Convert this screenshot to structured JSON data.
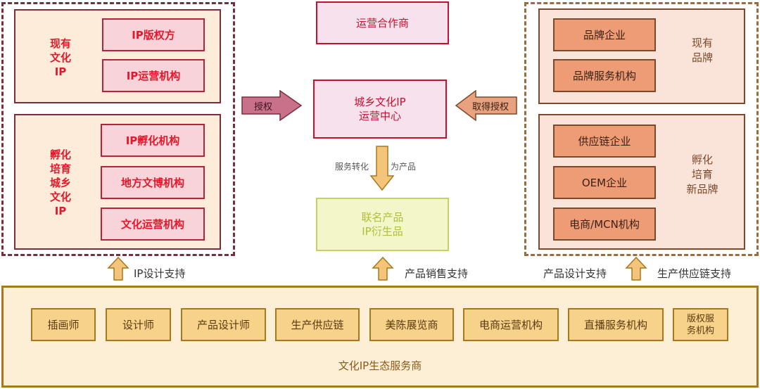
{
  "left_group": {
    "top_title": [
      "现有",
      "文化",
      "IP"
    ],
    "top_items": [
      "IP版权方",
      "IP运营机构"
    ],
    "bottom_title": [
      "孵化",
      "培育",
      "城乡",
      "文化",
      "IP"
    ],
    "bottom_items": [
      "IP孵化机构",
      "地方文博机构",
      "文化运营机构"
    ]
  },
  "center": {
    "partner": "运营合作商",
    "hub_line1": "城乡文化IP",
    "hub_line2": "运营中心",
    "service_left": "服务转化",
    "service_right": "为产品",
    "product_line1": "联名产品",
    "product_line2": "IP衍生品"
  },
  "arrows": {
    "authorize": "授权",
    "obtain_authorize": "取得授权",
    "ip_design_support": "IP设计支持",
    "product_sales_support": "产品销售支持",
    "product_design_support": "产品设计支持",
    "supply_chain_support": "生产供应链支持"
  },
  "right_group": {
    "top_title": [
      "现有",
      "品牌"
    ],
    "top_items": [
      "品牌企业",
      "品牌服务机构"
    ],
    "bottom_title": [
      "孵化",
      "培育",
      "新品牌"
    ],
    "bottom_items": [
      "供应链企业",
      "OEM企业",
      "电商/MCN机构"
    ]
  },
  "bottom": {
    "items": [
      "插画师",
      "设计师",
      "产品设计师",
      "生产供应链",
      "美陈展览商",
      "电商运营机构",
      "直播服务机构",
      "版权服务机构"
    ],
    "last_item_lines": [
      "版权服",
      "务机构"
    ],
    "title": "文化IP生态服务商"
  },
  "colors": {
    "red_accent": "#e6172b",
    "dark_red": "#7a2e3d",
    "brown": "#7c4a2b",
    "gold": "#a8781d",
    "arrow_gold": "#f4c47a",
    "arrow_pink": "#c9708a",
    "arrow_salmon": "#e8a280"
  }
}
